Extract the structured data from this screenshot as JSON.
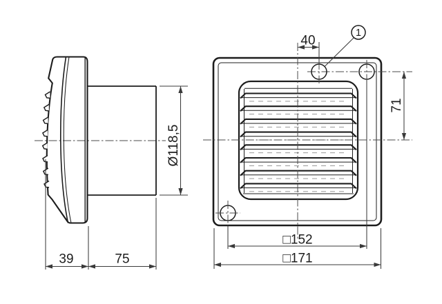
{
  "drawing": {
    "colors": {
      "ink": "#1c1c1c",
      "dimension": "#3a3a3a",
      "centerline": "#4a4a4a",
      "background": "#ffffff"
    },
    "side_view": {
      "dimensions": {
        "cover_depth": "39",
        "duct_length": "75",
        "duct_diameter": "Ø118,5"
      }
    },
    "front_view": {
      "dimensions": {
        "hole_offset_from_center": "40",
        "hole_offset_vertical": "71",
        "hole_pitch_square": "□152",
        "cover_size_square": "□171"
      },
      "callout": {
        "number": "1"
      }
    }
  }
}
